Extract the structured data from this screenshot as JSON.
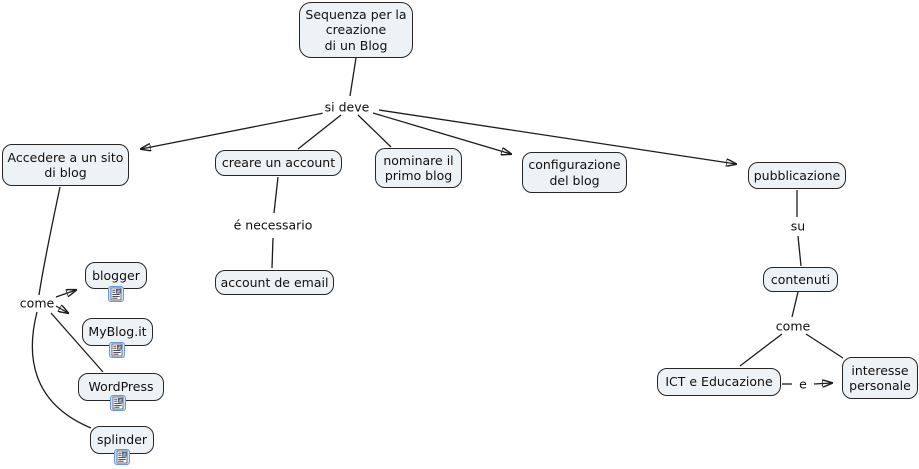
{
  "title": "Sequenza per la creazione di un Blog - concept map",
  "colors": {
    "background": "#ffffff",
    "node_fill": "#edf2f6",
    "node_border": "#262626",
    "line": "#1c1c1c",
    "icon_frame": "#6699dd"
  },
  "nodes": {
    "root": {
      "label": "Sequenza per la\ncreazione\ndi un Blog"
    },
    "accedere": {
      "label": "Accedere a un sito\ndi blog"
    },
    "creare": {
      "label": "creare un account"
    },
    "account_email": {
      "label": "account de email"
    },
    "nominare": {
      "label": "nominare il\nprimo blog"
    },
    "configurazione": {
      "label": "configurazione\ndel blog"
    },
    "pubblicazione": {
      "label": "pubblicazione"
    },
    "contenuti": {
      "label": "contenuti"
    },
    "ict": {
      "label": "ICT e Educazione"
    },
    "interesse": {
      "label": "interesse\npersonale"
    },
    "blogger": {
      "label": "blogger"
    },
    "myblog": {
      "label": "MyBlog.it"
    },
    "wordpress": {
      "label": "WordPress"
    },
    "splinder": {
      "label": "splinder"
    }
  },
  "link_labels": {
    "si_deve": "si deve",
    "e_necessario": "é necessario",
    "su": "su",
    "come_right": "come",
    "e": "e",
    "come_left": "come"
  },
  "icons": {
    "resource": "document-with-image-attachment"
  }
}
